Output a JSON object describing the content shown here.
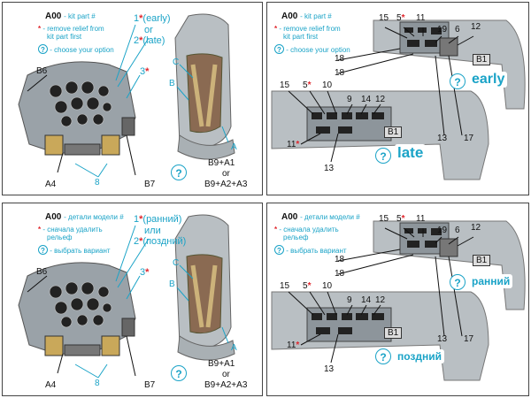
{
  "colors": {
    "accent": "#1aa3c7",
    "red_star": "#e0262c",
    "panel_gray": "#b9bfc3"
  },
  "top_left": {
    "code": "A00",
    "kit_part": "- kit part #",
    "remove_line1": "- remove relief from",
    "remove_line2": "kit part first",
    "choose": "- choose your option",
    "opt1": "(early)",
    "or": "or",
    "opt2": "(late)",
    "num1": "1",
    "num2": "2",
    "num3": "3",
    "labels": {
      "b6": "B6",
      "a4": "A4",
      "b7": "B7",
      "c": "C",
      "b": "B",
      "a": "A",
      "eight": "8"
    },
    "combo1": "B9+A1",
    "combo_or": "or",
    "combo2": "B9+A2+A3"
  },
  "top_right": {
    "code": "A00",
    "kit_part": "- kit part #",
    "remove_line1": "- remove relief from",
    "remove_line2": "kit part first",
    "choose": "- choose your option",
    "nums": {
      "n15a": "15",
      "n5a": "5",
      "n11a": "11",
      "n19": "19",
      "n6": "6",
      "n12a": "12",
      "n18a": "18",
      "n18b": "18",
      "n13a": "13",
      "n17": "17",
      "n15b": "15",
      "n5b": "5",
      "n10": "10",
      "n9": "9",
      "n14": "14",
      "n12b": "12",
      "n11b": "11",
      "n13b": "13"
    },
    "b1": "B1",
    "early": "early",
    "late": "late"
  },
  "bottom_left": {
    "code": "A00",
    "kit_part": "- детали модели #",
    "remove_line1": "- сначала удалить",
    "remove_line2": "рельеф",
    "choose": "- выбрать вариант",
    "opt1": "(ранний)",
    "or": "или",
    "opt2": "(поздний)",
    "num1": "1",
    "num2": "2",
    "num3": "3",
    "labels": {
      "b6": "B6",
      "a4": "A4",
      "b7": "B7",
      "c": "C",
      "b": "B",
      "a": "A",
      "eight": "8"
    },
    "combo1": "B9+A1",
    "combo_or": "or",
    "combo2": "B9+A2+A3"
  },
  "bottom_right": {
    "code": "A00",
    "kit_part": "- детали модели #",
    "remove_line1": "- сначала удалить",
    "remove_line2": "рельеф",
    "choose": "- выбрать вариант",
    "nums": {
      "n15a": "15",
      "n5a": "5",
      "n11a": "11",
      "n19": "19",
      "n6": "6",
      "n12a": "12",
      "n18a": "18",
      "n18b": "18",
      "n13a": "13",
      "n17": "17",
      "n15b": "15",
      "n5b": "5",
      "n10": "10",
      "n9": "9",
      "n14": "14",
      "n12b": "12",
      "n11b": "11",
      "n13b": "13"
    },
    "b1": "B1",
    "early": "ранний",
    "late": "поздний"
  },
  "icons": {
    "question": "?",
    "star": "*"
  }
}
